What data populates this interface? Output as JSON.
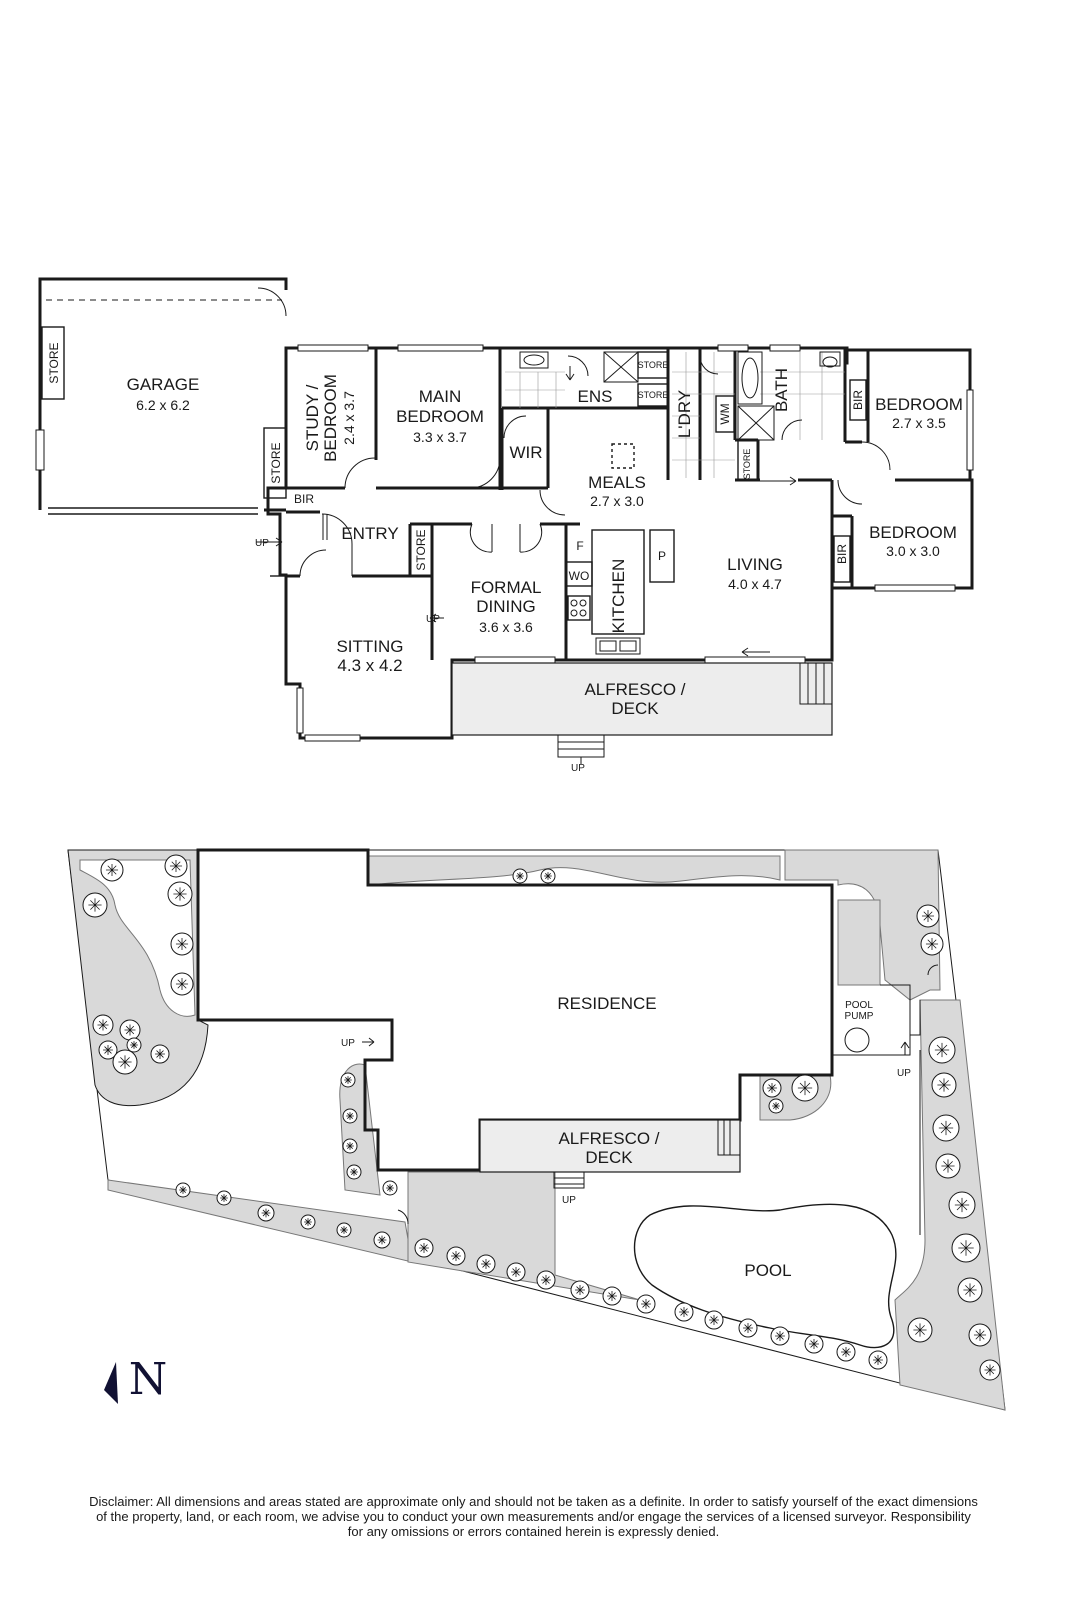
{
  "floorplan": {
    "rooms": [
      {
        "id": "garage",
        "name": "GARAGE",
        "dims": "6.2 x 6.2"
      },
      {
        "id": "study",
        "name_line1": "STUDY /",
        "name_line2": "BEDROOM",
        "dims": "2.4 x 3.7"
      },
      {
        "id": "main-bedroom",
        "name_line1": "MAIN",
        "name_line2": "BEDROOM",
        "dims": "3.3 x 3.7"
      },
      {
        "id": "meals",
        "name": "MEALS",
        "dims": "2.7 x 3.0"
      },
      {
        "id": "bedroom-2",
        "name": "BEDROOM",
        "dims": "2.7 x 3.5"
      },
      {
        "id": "bedroom-3",
        "name": "BEDROOM",
        "dims": "3.0 x 3.0"
      },
      {
        "id": "living",
        "name": "LIVING",
        "dims": "4.0 x 4.7"
      },
      {
        "id": "formal-dining",
        "name_line1": "FORMAL",
        "name_line2": "DINING",
        "dims": "3.6 x 3.6"
      },
      {
        "id": "sitting",
        "name": "SITTING",
        "dims": "4.3 x 4.2"
      }
    ],
    "labels": {
      "entry": "ENTRY",
      "kitchen": "KITCHEN",
      "ens": "ENS",
      "wir": "WIR",
      "laundry": "L'DRY",
      "bath": "BATH",
      "wm": "WM",
      "fridge": "F",
      "pantry": "P",
      "wall_oven": "WO",
      "store": "STORE",
      "bir": "BIR",
      "up": "UP",
      "alfresco_line1": "ALFRESCO /",
      "alfresco_line2": "DECK"
    }
  },
  "siteplan": {
    "residence": "RESIDENCE",
    "alfresco_line1": "ALFRESCO /",
    "alfresco_line2": "DECK",
    "pool": "POOL",
    "pool_pump_line1": "POOL",
    "pool_pump_line2": "PUMP",
    "up": "UP"
  },
  "north_label": "N",
  "disclaimer": [
    "Disclaimer: All dimensions and areas stated are approximate only and should not be taken as a definite. In order to satisfy yourself of the exact dimensions",
    "of the property, land, or each room, we advise you to conduct your own measurements and/or engage the services of a licensed surveyor. Responsibility",
    "for any omissions or errors contained herein is expressly denied."
  ]
}
